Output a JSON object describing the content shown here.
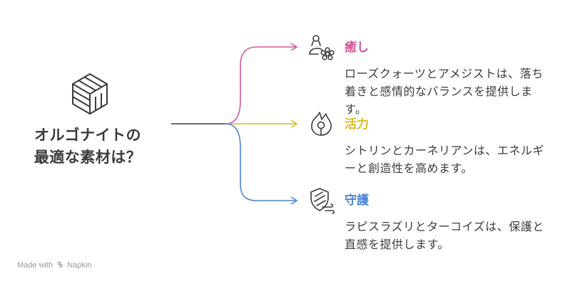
{
  "central": {
    "line1": "オルゴナイトの",
    "line2": "最適な素材は？",
    "icon": "cube-icon"
  },
  "branches": [
    {
      "title": "癒し",
      "desc": "ローズクォーツとアメジストは、落ち着きと感情的なバランスを提供します。",
      "color": "#d4579a",
      "icon": "person-flower-icon"
    },
    {
      "title": "活力",
      "desc": "シトリンとカーネリアンは、エネルギーと創造性を高めます。",
      "color": "#e0bb1c",
      "icon": "flame-icon"
    },
    {
      "title": "守護",
      "desc": "ラピスラズリとターコイズは、保護と直感を提供します。",
      "color": "#4a84d6",
      "icon": "shield-wind-icon"
    }
  ],
  "footer": {
    "made_with": "Made with",
    "brand": "Napkin"
  }
}
